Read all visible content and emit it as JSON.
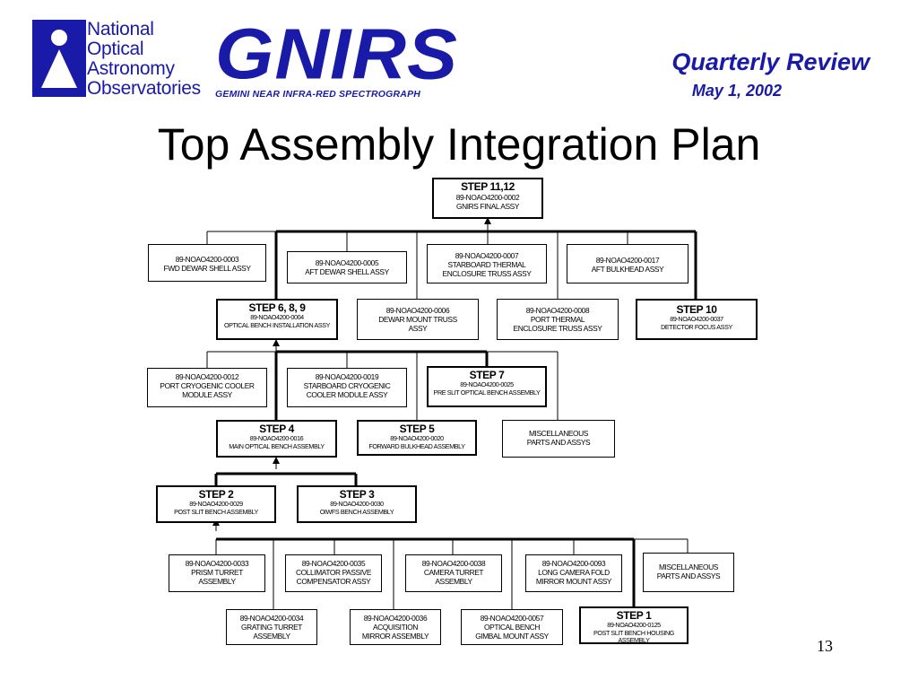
{
  "header": {
    "noao_lines": [
      "National",
      "Optical",
      "Astronomy",
      "Observatories"
    ],
    "gnirs_word": "GNIRS",
    "gnirs_subtitle": "GEMINI NEAR INFRA-RED SPECTROGRAPH",
    "review_title": "Quarterly Review",
    "review_date": "May 1, 2002"
  },
  "page_title": "Top Assembly Integration Plan",
  "page_number": "13",
  "colors": {
    "brand_blue": "#1a1aa8",
    "line": "#000000"
  },
  "boxes": {
    "step11": {
      "step": "STEP 11,12",
      "part": "89-NOAO4200-0002",
      "desc": "GNIRS FINAL ASSY"
    },
    "b0003": {
      "lines": [
        "89-NOAO4200-0003",
        "FWD DEWAR SHELL ASSY"
      ]
    },
    "b0005": {
      "lines": [
        "89-NOAO4200-0005",
        "AFT DEWAR SHELL ASSY"
      ]
    },
    "b0007": {
      "lines": [
        "89-NOAO4200-0007",
        "STARBOARD THERMAL",
        "ENCLOSURE TRUSS ASSY"
      ]
    },
    "b0017": {
      "lines": [
        "89-NOAO4200-0017",
        "AFT BULKHEAD ASSY"
      ]
    },
    "step689": {
      "step": "STEP 6, 8, 9",
      "part": "89-NOAO4200-0004",
      "desc": "OPTICAL BENCH INSTALLATION ASSY"
    },
    "b0006": {
      "lines": [
        "89-NOAO4200-0006",
        "DEWAR MOUNT TRUSS",
        "ASSY"
      ]
    },
    "b0008": {
      "lines": [
        "89-NOAO4200-0008",
        "PORT THERMAL",
        "ENCLOSURE TRUSS ASSY"
      ]
    },
    "step10": {
      "step": "STEP 10",
      "part": "89-NOAO4200-0037",
      "desc": "DETECTOR FOCUS ASSY"
    },
    "b0012": {
      "lines": [
        "89-NOAO4200-0012",
        "PORT CRYOGENIC COOLER",
        "MODULE  ASSY"
      ]
    },
    "b0019": {
      "lines": [
        "89-NOAO4200-0019",
        "STARBOARD CRYOGENIC",
        "COOLER MODULE ASSY"
      ]
    },
    "step7": {
      "step": "STEP 7",
      "part": "89-NOAO4200-0025",
      "desc": "PRE SLIT OPTICAL BENCH ASSEMBLY"
    },
    "step4": {
      "step": "STEP 4",
      "part": "89-NOAO4200-0016",
      "desc": "MAIN OPTICAL BENCH ASSEMBLY"
    },
    "step5": {
      "step": "STEP 5",
      "part": "89-NOAO4200-0020",
      "desc": "FORWARD BULKHEAD ASSEMBLY"
    },
    "misc1": {
      "lines": [
        "MISCELLANEOUS",
        "PARTS AND ASSYS"
      ]
    },
    "step2": {
      "step": "STEP 2",
      "part": "89-NOAO4200-0029",
      "desc": "POST SLIT BENCH ASSEMBLY"
    },
    "step3": {
      "step": "STEP 3",
      "part": "89-NOAO4200-0030",
      "desc": "OIWFS BENCH ASSEMBLY"
    },
    "b0033": {
      "lines": [
        "89-NOAO4200-0033",
        "PRISM TURRET",
        "ASSEMBLY"
      ]
    },
    "b0035": {
      "lines": [
        "89-NOAO4200-0035",
        "COLLIMATOR PASSIVE",
        "COMPENSATOR ASSY"
      ]
    },
    "b0038": {
      "lines": [
        "89-NOAO4200-0038",
        "CAMERA TURRET",
        "ASSEMBLY"
      ]
    },
    "b0093": {
      "lines": [
        "89-NOAO4200-0093",
        "LONG CAMERA FOLD",
        "MIRROR MOUNT ASSY"
      ]
    },
    "misc2": {
      "lines": [
        "MISCELLANEOUS",
        "PARTS AND ASSYS"
      ]
    },
    "b0034": {
      "lines": [
        "89-NOAO4200-0034",
        "GRATING TURRET",
        "ASSEMBLY"
      ]
    },
    "b0036": {
      "lines": [
        "89-NOAO4200-0036",
        "ACQUISITION",
        "MIRROR ASSEMBLY"
      ]
    },
    "b0057": {
      "lines": [
        "89-NOAO4200-0057",
        "OPTICAL BENCH",
        "GIMBAL MOUNT ASSY"
      ]
    },
    "step1": {
      "step": "STEP 1",
      "part": "89-NOAO4200-0125",
      "desc": "POST SLIT BENCH HOUSING ASSEMBLY"
    }
  }
}
